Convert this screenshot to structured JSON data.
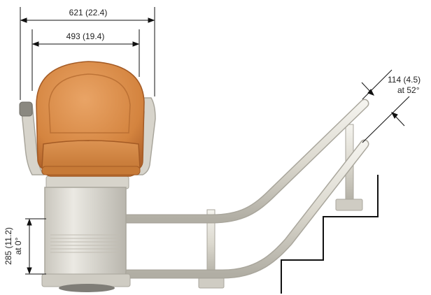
{
  "dimensions": {
    "overall_width": "621 (22.4)",
    "seat_width": "493 (19.4)",
    "rail_width_value": "114 (4.5)",
    "rail_width_angle": "at 52°",
    "rail_height_value": "285 (11.2)",
    "rail_height_angle": "at 0°"
  },
  "colors": {
    "upholstery": "#d88a4a",
    "upholstery_dark": "#b4652c",
    "metal": "#dedbd2",
    "metal_shadow": "#a9a69c",
    "dimension_line": "#111111",
    "stairs": "#111111"
  },
  "icons": {
    "seat": "stairlift-seat-illustration",
    "rail": "curved-rail-illustration"
  }
}
